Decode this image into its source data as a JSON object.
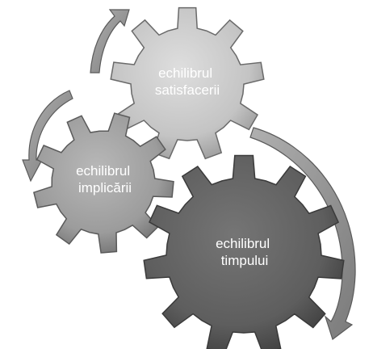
{
  "gears": [
    {
      "id": "satisfaction",
      "lines": [
        "echilibrul",
        "satisfacerii"
      ],
      "color": "#c6c6c6"
    },
    {
      "id": "involvement",
      "lines": [
        "echilibrul",
        "implicării"
      ],
      "color": "#9e9e9e"
    },
    {
      "id": "time",
      "lines": [
        "echilibrul",
        "timpului"
      ],
      "color": "#5e5e5e"
    }
  ]
}
